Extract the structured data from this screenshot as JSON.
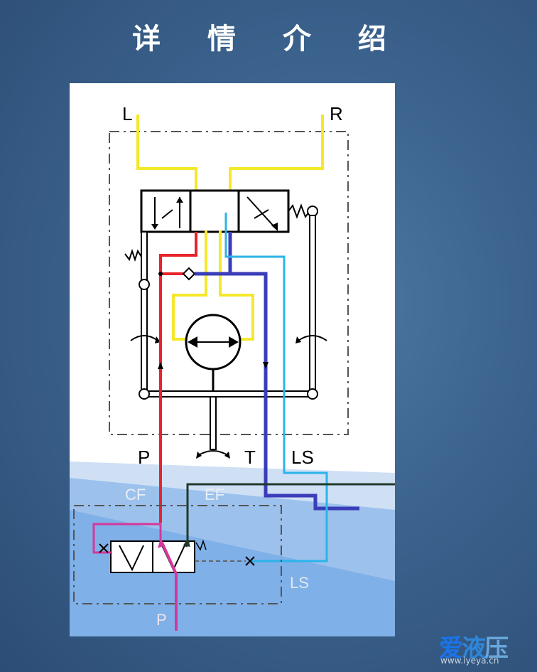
{
  "header": {
    "title": "详 情 介 绍"
  },
  "diagram": {
    "port_labels": {
      "L": "L",
      "R": "R",
      "P": "P",
      "T": "T",
      "LS": "LS",
      "CF": "CF",
      "EF": "EF",
      "LS_lower": "LS",
      "P_lower": "P"
    },
    "colors": {
      "work_line": "#f5e82a",
      "pressure_line": "#e8232b",
      "pilot_line": "#2bb3ea",
      "tank_line": "#3a3db8",
      "pump_line": "#d6379a",
      "ef_line": "#1f3a2a",
      "frame": "#000000"
    }
  },
  "watermark": {
    "logo_chars": [
      "爱",
      "液",
      "压"
    ],
    "url": "www.iyeya.cn"
  }
}
